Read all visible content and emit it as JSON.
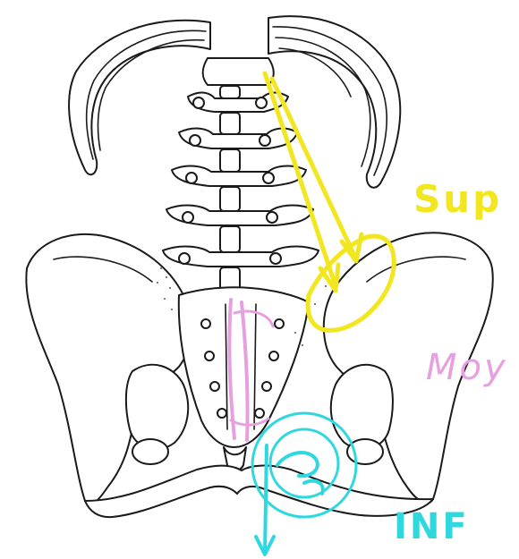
{
  "annotations": {
    "superior": {
      "label": "Sup",
      "color": "#f2e620"
    },
    "middle": {
      "label": "Moy",
      "color": "#e6a0e0"
    },
    "inferior": {
      "label": "INF",
      "color": "#2fd8de"
    }
  },
  "colors": {
    "line_art": "#1a1a1a",
    "background": "#ffffff"
  }
}
